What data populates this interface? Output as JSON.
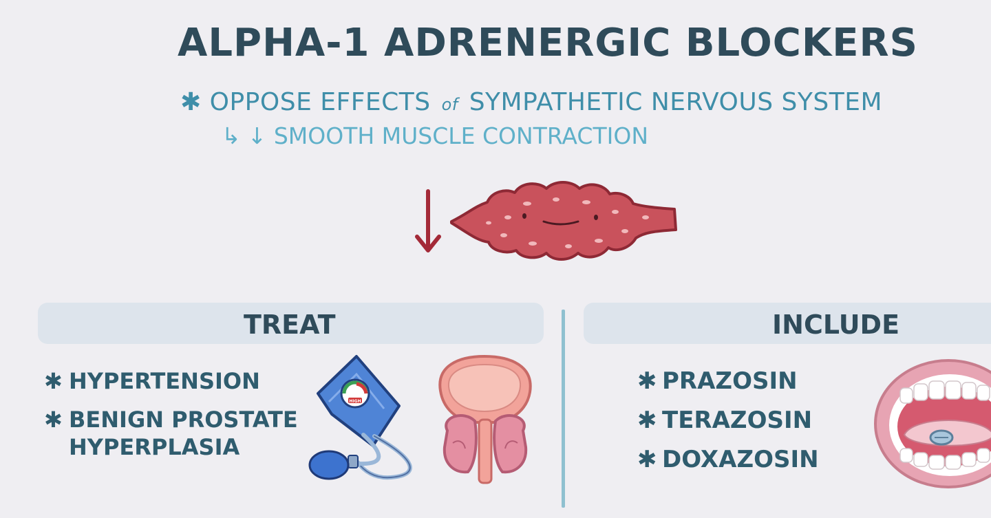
{
  "title": "ALPHA-1 ADRENERGIC BLOCKERS",
  "key_point": {
    "bullet": "✱",
    "before": "OPPOSE EFFECTS",
    "connector": "of",
    "after": "SYMPATHETIC NERVOUS SYSTEM"
  },
  "sub_point": {
    "arrow": "↳",
    "down_arrow": "↓",
    "text": "SMOOTH MUSCLE CONTRACTION"
  },
  "treat": {
    "label": "TREAT",
    "items": [
      {
        "line1": "HYPERTENSION",
        "line2": ""
      },
      {
        "line1": "BENIGN PROSTATE",
        "line2": "HYPERPLASIA"
      }
    ]
  },
  "include": {
    "label": "INCLUDE",
    "items": [
      "PRAZOSIN",
      "TERAZOSIN",
      "DOXAZOSIN"
    ]
  },
  "bp_gauge_label": "HIGH",
  "colors": {
    "title": "#2f4b5a",
    "accent_blue": "#3f8ea9",
    "light_blue": "#5fb0c9",
    "arrow_red": "#a32a38",
    "muscle": "#c9525c",
    "section_bar": "#dde4ec",
    "divider": "#8fc0d0"
  }
}
